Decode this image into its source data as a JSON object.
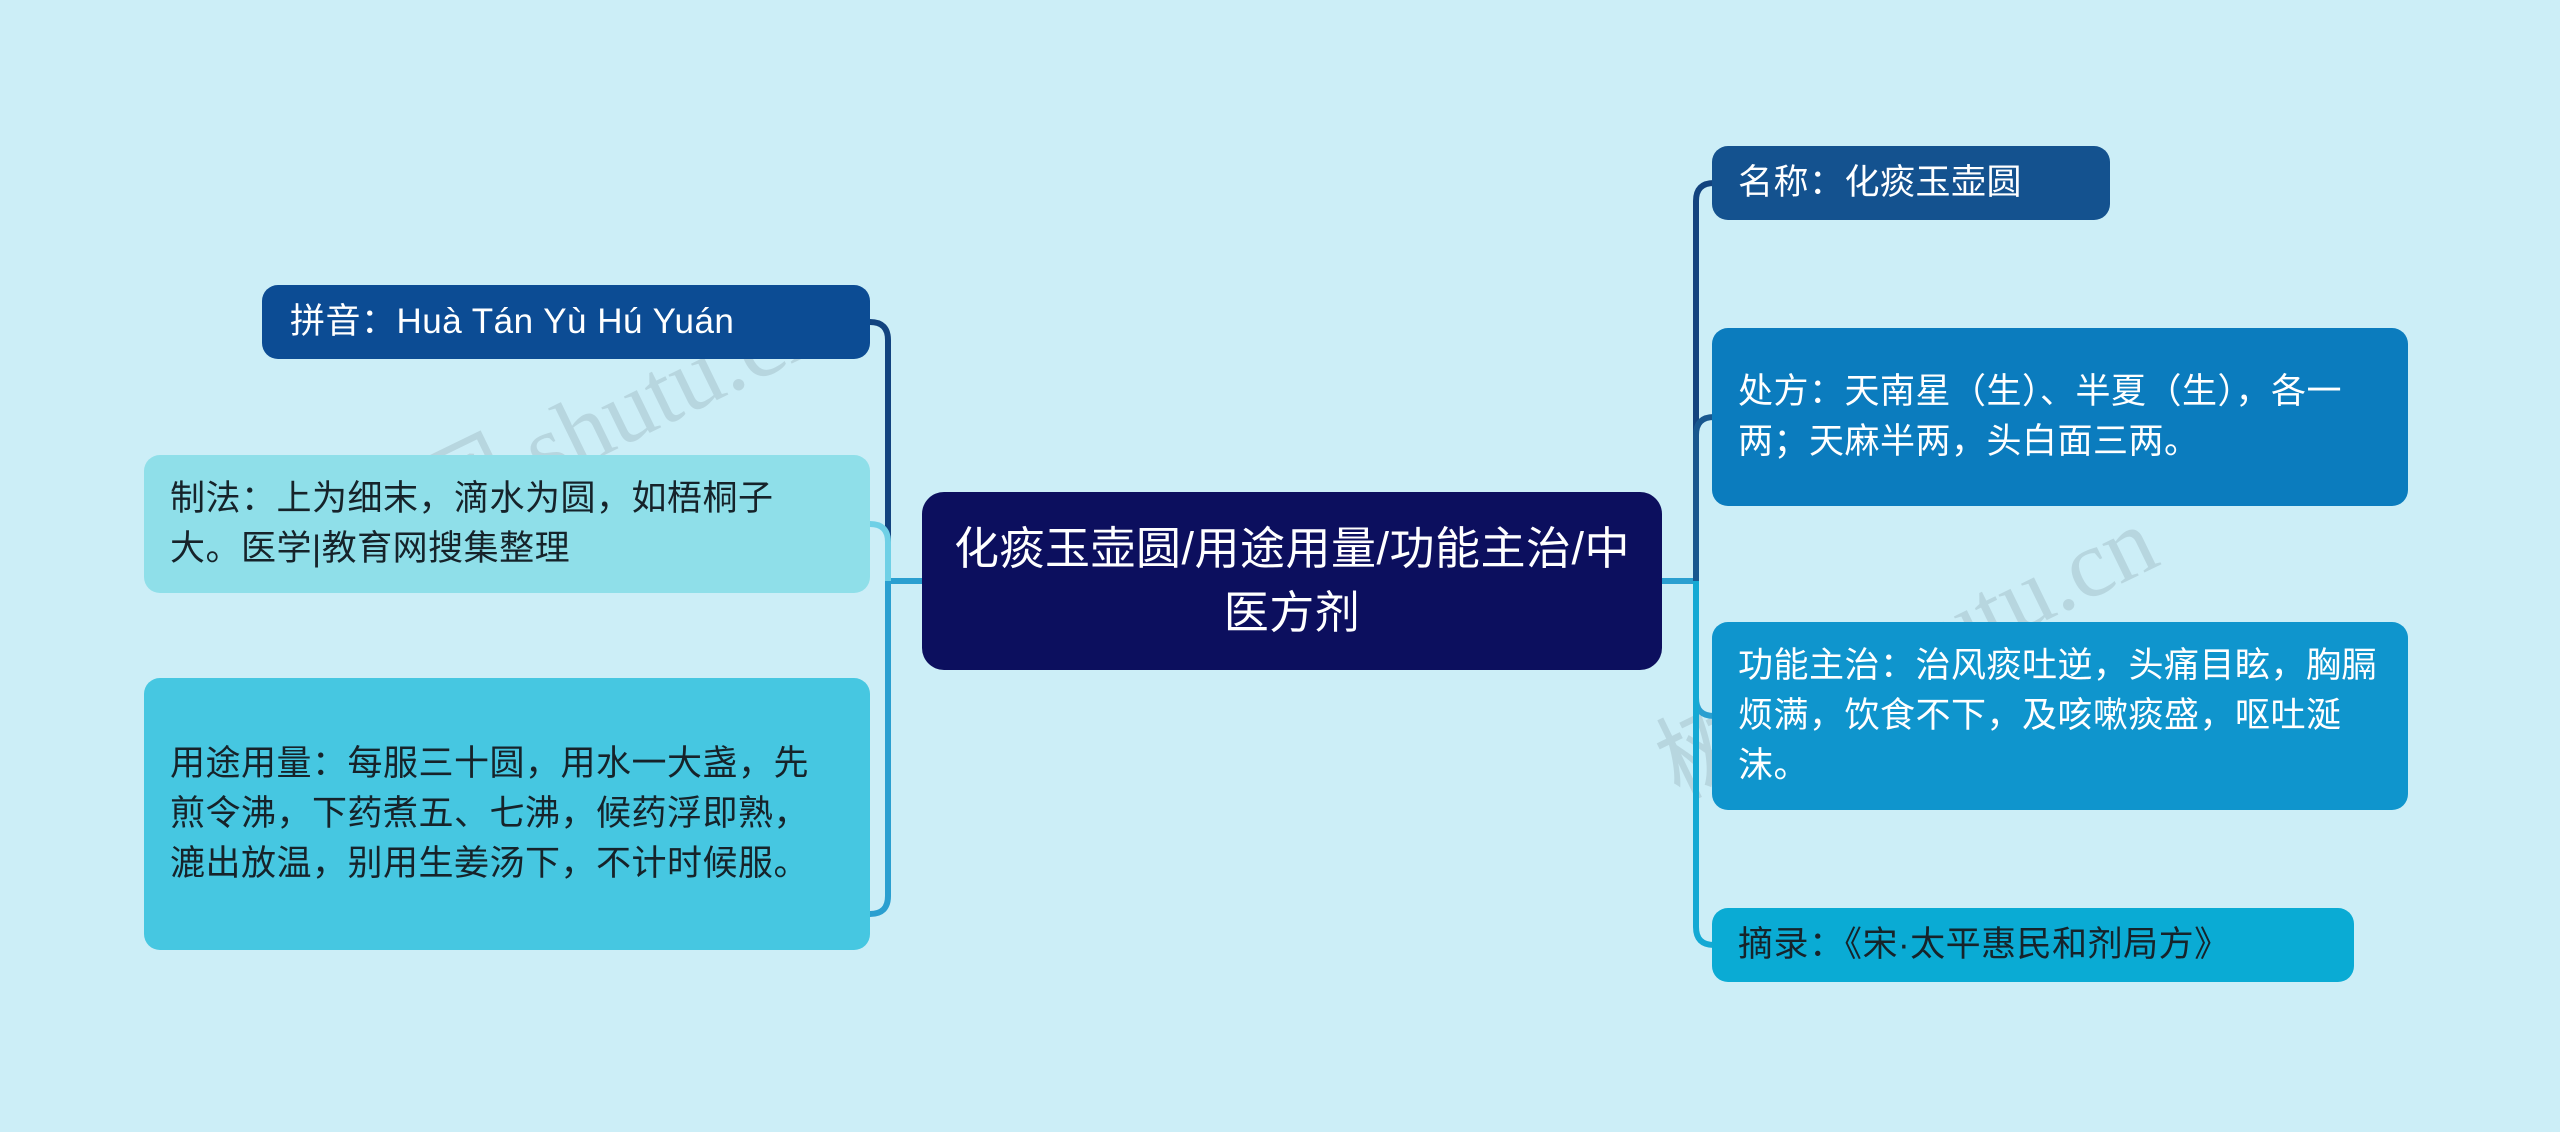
{
  "page": {
    "background_color": "#cceef7",
    "watermark_text": "树图 shutu.cn"
  },
  "mindmap": {
    "root": {
      "label": "化痰玉壶圆/用途用量/功能主治/中医方剂",
      "color": "#0c0f5e",
      "text_color": "#ffffff"
    },
    "left_branch": [
      {
        "id": "pinyin",
        "label": "拼音：Huà Tán Yù Hú Yuán",
        "color": "#0c4c94",
        "text_color": "#ffffff"
      },
      {
        "id": "zhifa",
        "label": "制法：上为细末，滴水为圆，如梧桐子大。医学|教育网搜集整理",
        "color": "#8fdfe9",
        "text_color": "#16232a"
      },
      {
        "id": "yongtu",
        "label": "用途用量：每服三十圆，用水一大盏，先煎令沸，下药煮五、七沸，候药浮即熟，漉出放温，别用生姜汤下，不计时候服。",
        "color": "#46c7e1",
        "text_color": "#16232a"
      }
    ],
    "right_branch": [
      {
        "id": "mingcheng",
        "label": "名称：化痰玉壶圆",
        "color": "#14528f",
        "text_color": "#ffffff"
      },
      {
        "id": "chufang",
        "label": "处方：天南星（生）、半夏（生），各一两；天麻半两，头白面三两。",
        "color": "#0b7cbe",
        "text_color": "#ffffff"
      },
      {
        "id": "gongneng",
        "label": "功能主治：治风痰吐逆，头痛目眩，胸膈烦满，饮食不下，及咳嗽痰盛，呕吐涎沫。",
        "color": "#0f95cd",
        "text_color": "#ffffff"
      },
      {
        "id": "zhailu",
        "label": "摘录：《宋·太平惠民和剂局方》",
        "color": "#0aabd4",
        "text_color": "#16232a"
      }
    ],
    "connector_colors": {
      "dark_blue": "#12437f",
      "mid_blue": "#2a9fd0",
      "light_cyan": "#6fd0e6",
      "cyan": "#14a9d4"
    }
  }
}
